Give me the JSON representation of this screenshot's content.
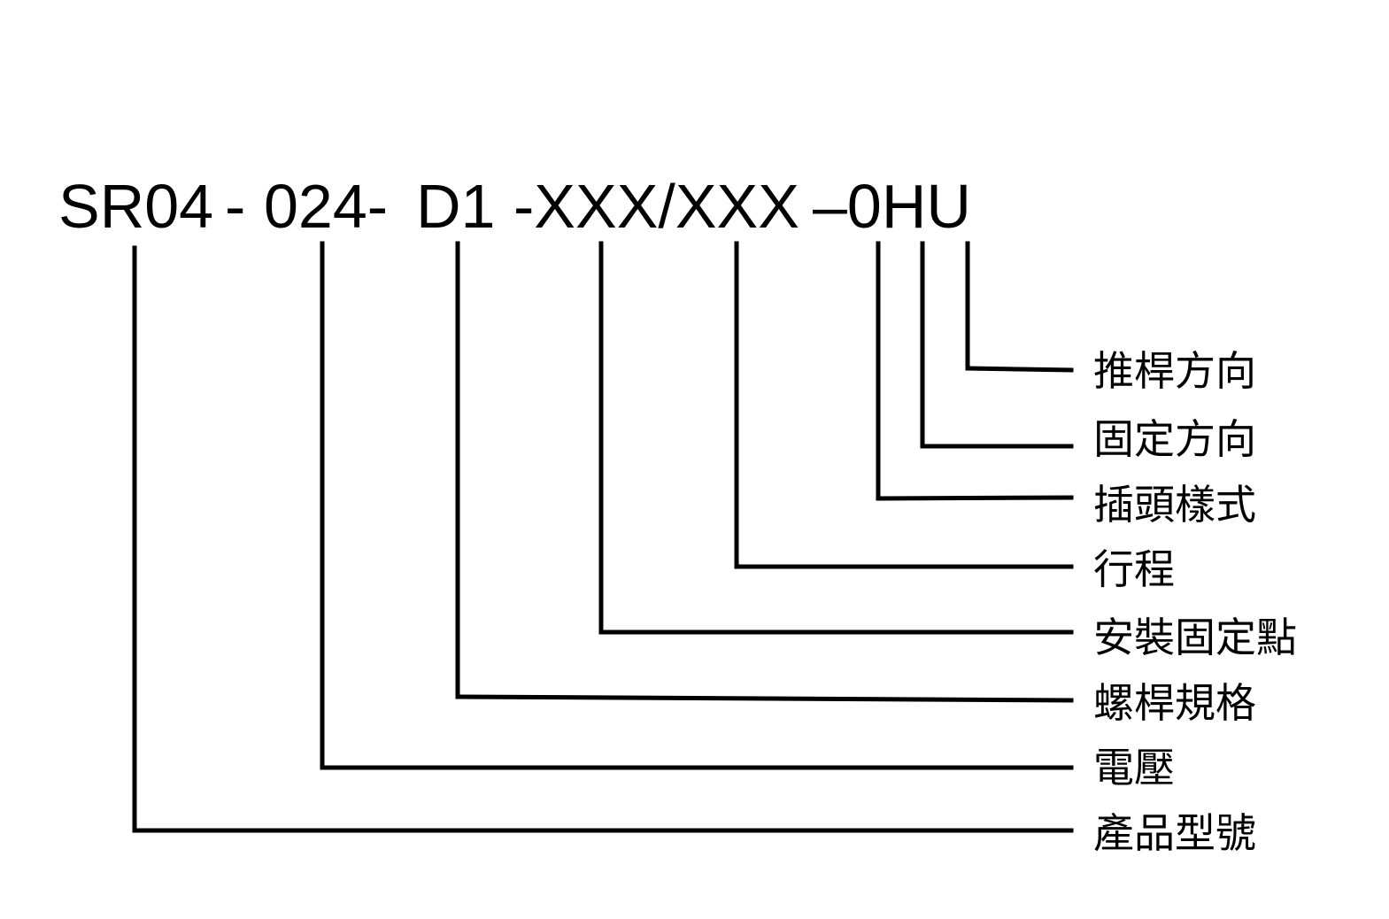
{
  "model_code": {
    "segments": [
      "SR04",
      "-",
      "024-",
      "D1",
      "-XXX/XXX",
      "–0HU"
    ]
  },
  "labels": [
    "推桿方向",
    "固定方向",
    "插頭樣式",
    "行程",
    "安裝固定點",
    "螺桿規格",
    "電壓",
    "產品型號"
  ],
  "colors": {
    "line": "#000000",
    "text": "#000000",
    "background": "#ffffff"
  }
}
